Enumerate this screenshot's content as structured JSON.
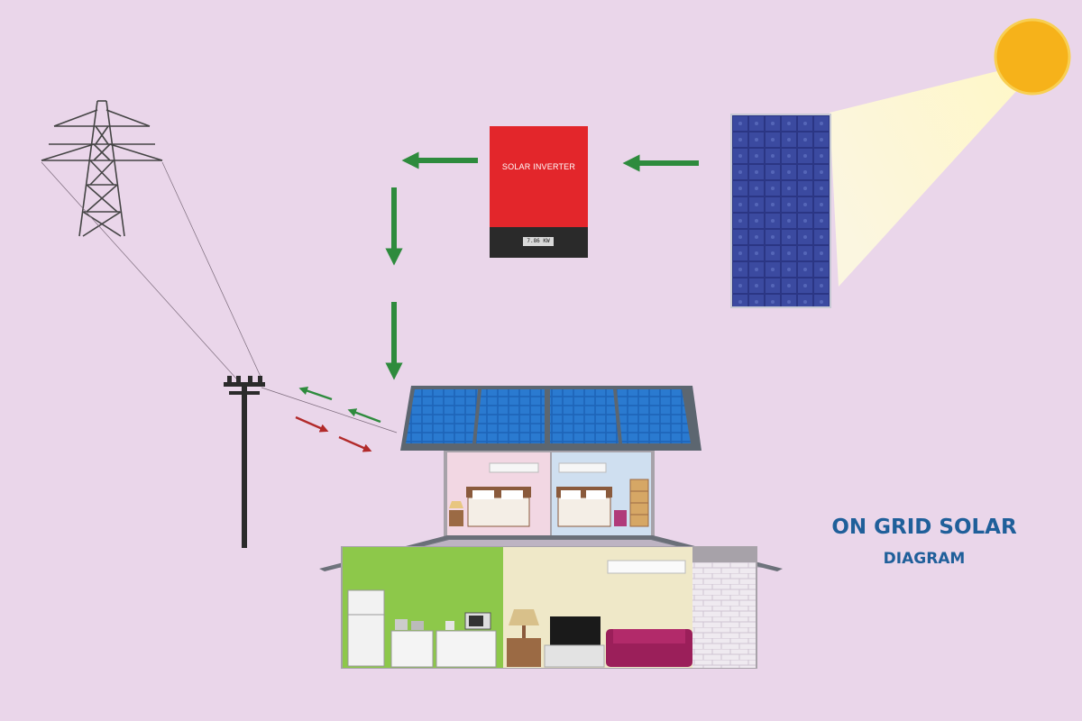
{
  "title": {
    "line1": "ON GRID SOLAR",
    "line2": "DIAGRAM"
  },
  "inverter": {
    "label": "SOLAR INVERTER",
    "display": "7.86 KW"
  },
  "colors": {
    "background": "#ead6ea",
    "flow_arrow": "#2e8b3d",
    "return_arrow": "#b22a2a",
    "inverter_body": "#e3262b",
    "title_text": "#1f5f9a",
    "sun": "#f6b21a",
    "panel": "#2e3a86"
  },
  "icons": [
    "sun-icon",
    "solar-panel-icon",
    "solar-inverter-icon",
    "transmission-tower-icon",
    "utility-pole-icon",
    "house-icon"
  ]
}
